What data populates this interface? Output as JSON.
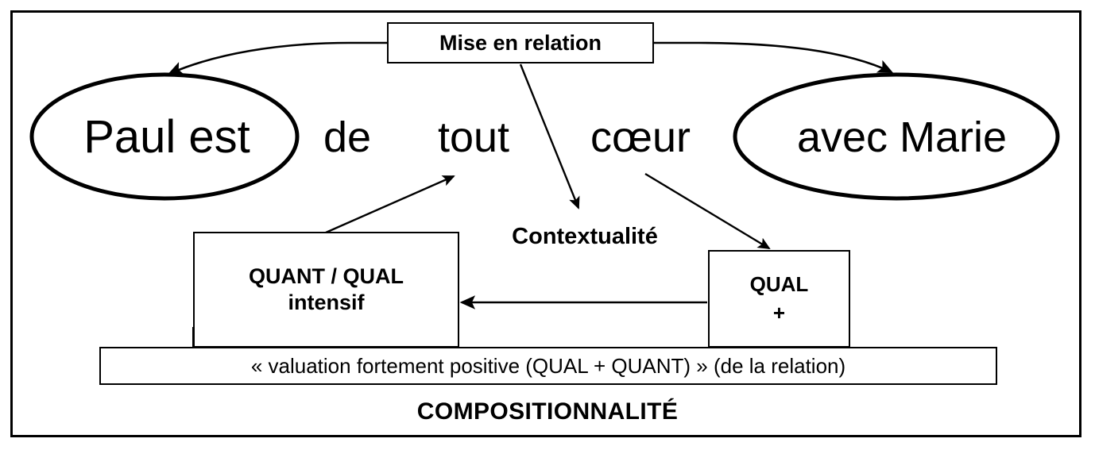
{
  "diagram": {
    "title_caption": "COMPOSITIONNALITÉ",
    "top_box": {
      "label": "Mise en relation"
    },
    "sentence": {
      "full": "Paul est de tout cœur avec Marie",
      "fragments": [
        {
          "text": "Paul est",
          "circled": true
        },
        {
          "text": "de",
          "circled": false
        },
        {
          "text": "tout",
          "circled": false
        },
        {
          "text": "cœur",
          "circled": false
        },
        {
          "text": "avec Marie",
          "circled": true
        }
      ]
    },
    "labels": {
      "contextualite": "Contextualité"
    },
    "boxes": {
      "quant_qual": {
        "line1": "QUANT / QUAL",
        "line2": "intensif"
      },
      "qual_plus": {
        "line1": "QUAL",
        "line2": "+"
      },
      "valuation_bar": "« valuation fortement positive (QUAL + QUANT) » (de la relation)"
    },
    "arrows": [
      {
        "name": "mise-to-paul-est",
        "from": "Mise en relation",
        "to": "Paul est",
        "style": "curved"
      },
      {
        "name": "mise-to-avec-marie",
        "from": "Mise en relation",
        "to": "avec Marie",
        "style": "curved"
      },
      {
        "name": "mise-to-contextualite",
        "from": "Mise en relation",
        "to": "Contextualité",
        "style": "straight"
      },
      {
        "name": "quant-qual-to-tout",
        "from": "QUANT / QUAL intensif",
        "to": "tout",
        "style": "straight"
      },
      {
        "name": "coeur-to-qual-plus",
        "from": "cœur",
        "to": "QUAL +",
        "style": "straight"
      },
      {
        "name": "qual-plus-to-quant-qual",
        "from": "QUAL +",
        "to": "QUANT / QUAL intensif",
        "style": "straight"
      }
    ],
    "colors": {
      "stroke": "#000000",
      "background": "#ffffff",
      "text": "#000000"
    }
  }
}
